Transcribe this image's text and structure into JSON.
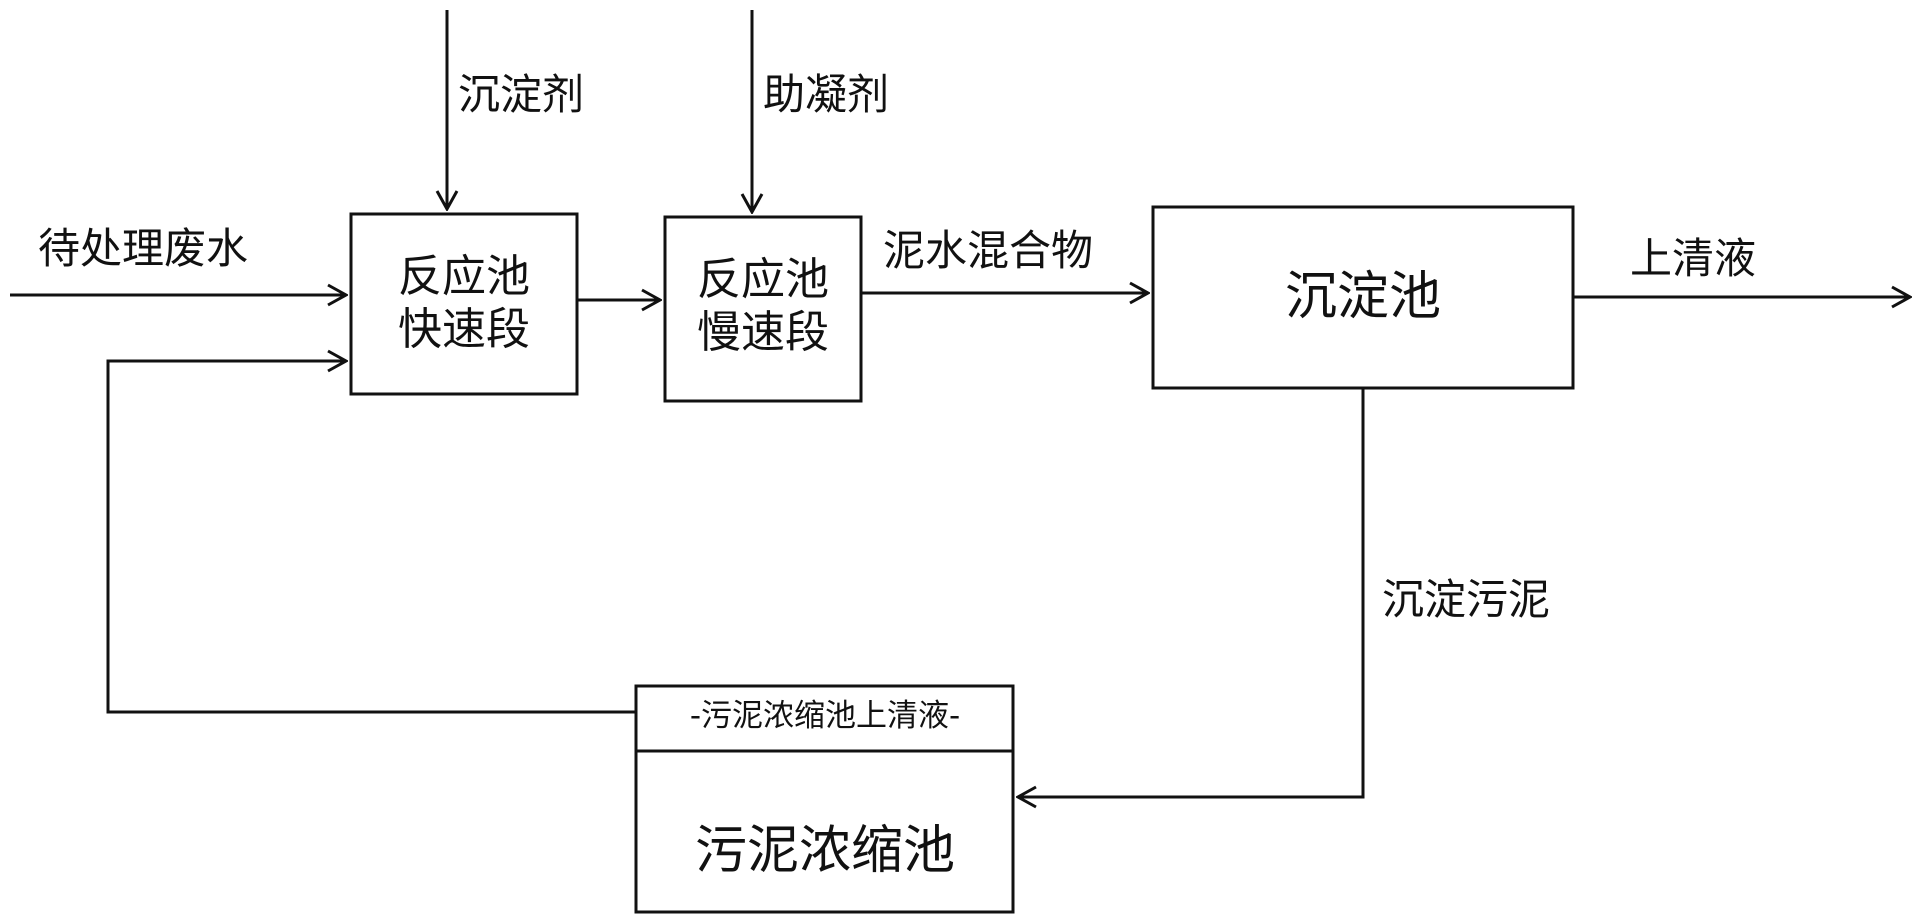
{
  "nodes": {
    "fast_reaction": "反应池\n快速段",
    "slow_reaction": "反应池\n慢速段",
    "settling_tank": "沉淀池",
    "thickener_label": "污泥浓缩池",
    "thickener_supernatant": "-污泥浓缩池上清液-"
  },
  "edges": {
    "influent": "待处理废水",
    "precipitant": "沉淀剂",
    "coagulant_aid": "助凝剂",
    "mixture": "泥水混合物",
    "effluent": "上清液",
    "sludge": "沉淀污泥"
  },
  "colors": {
    "stroke": "#111111",
    "background": "#ffffff"
  }
}
